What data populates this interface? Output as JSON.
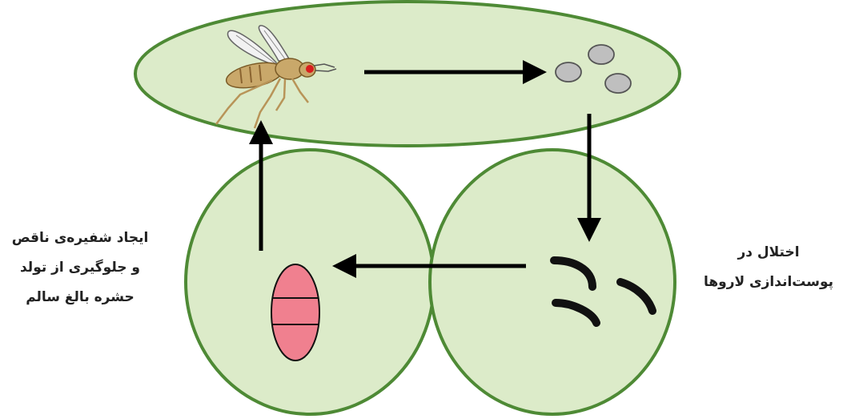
{
  "colors": {
    "cell_fill": "#dcebc9",
    "cell_stroke": "#4e8a35",
    "arrow": "#000000",
    "egg_fill": "#bfbfbf",
    "pupa_fill": "#f0808f",
    "larva": "#111111"
  },
  "stages": [
    {
      "name": "adult-fly",
      "icon": "fly-icon"
    },
    {
      "name": "eggs",
      "icon": "egg-cluster-icon"
    },
    {
      "name": "larvae",
      "icon": "larva-icon"
    },
    {
      "name": "pupa",
      "icon": "pupa-icon"
    }
  ],
  "labels": {
    "left": {
      "line1": "ایجاد شفیره‌ی ناقص",
      "line2": "و جلوگیری از تولد",
      "line3": "حشره بالغ سالم"
    },
    "right": {
      "line1": "اختلال در",
      "line2": "پوست‌اندازی لاروها"
    }
  }
}
